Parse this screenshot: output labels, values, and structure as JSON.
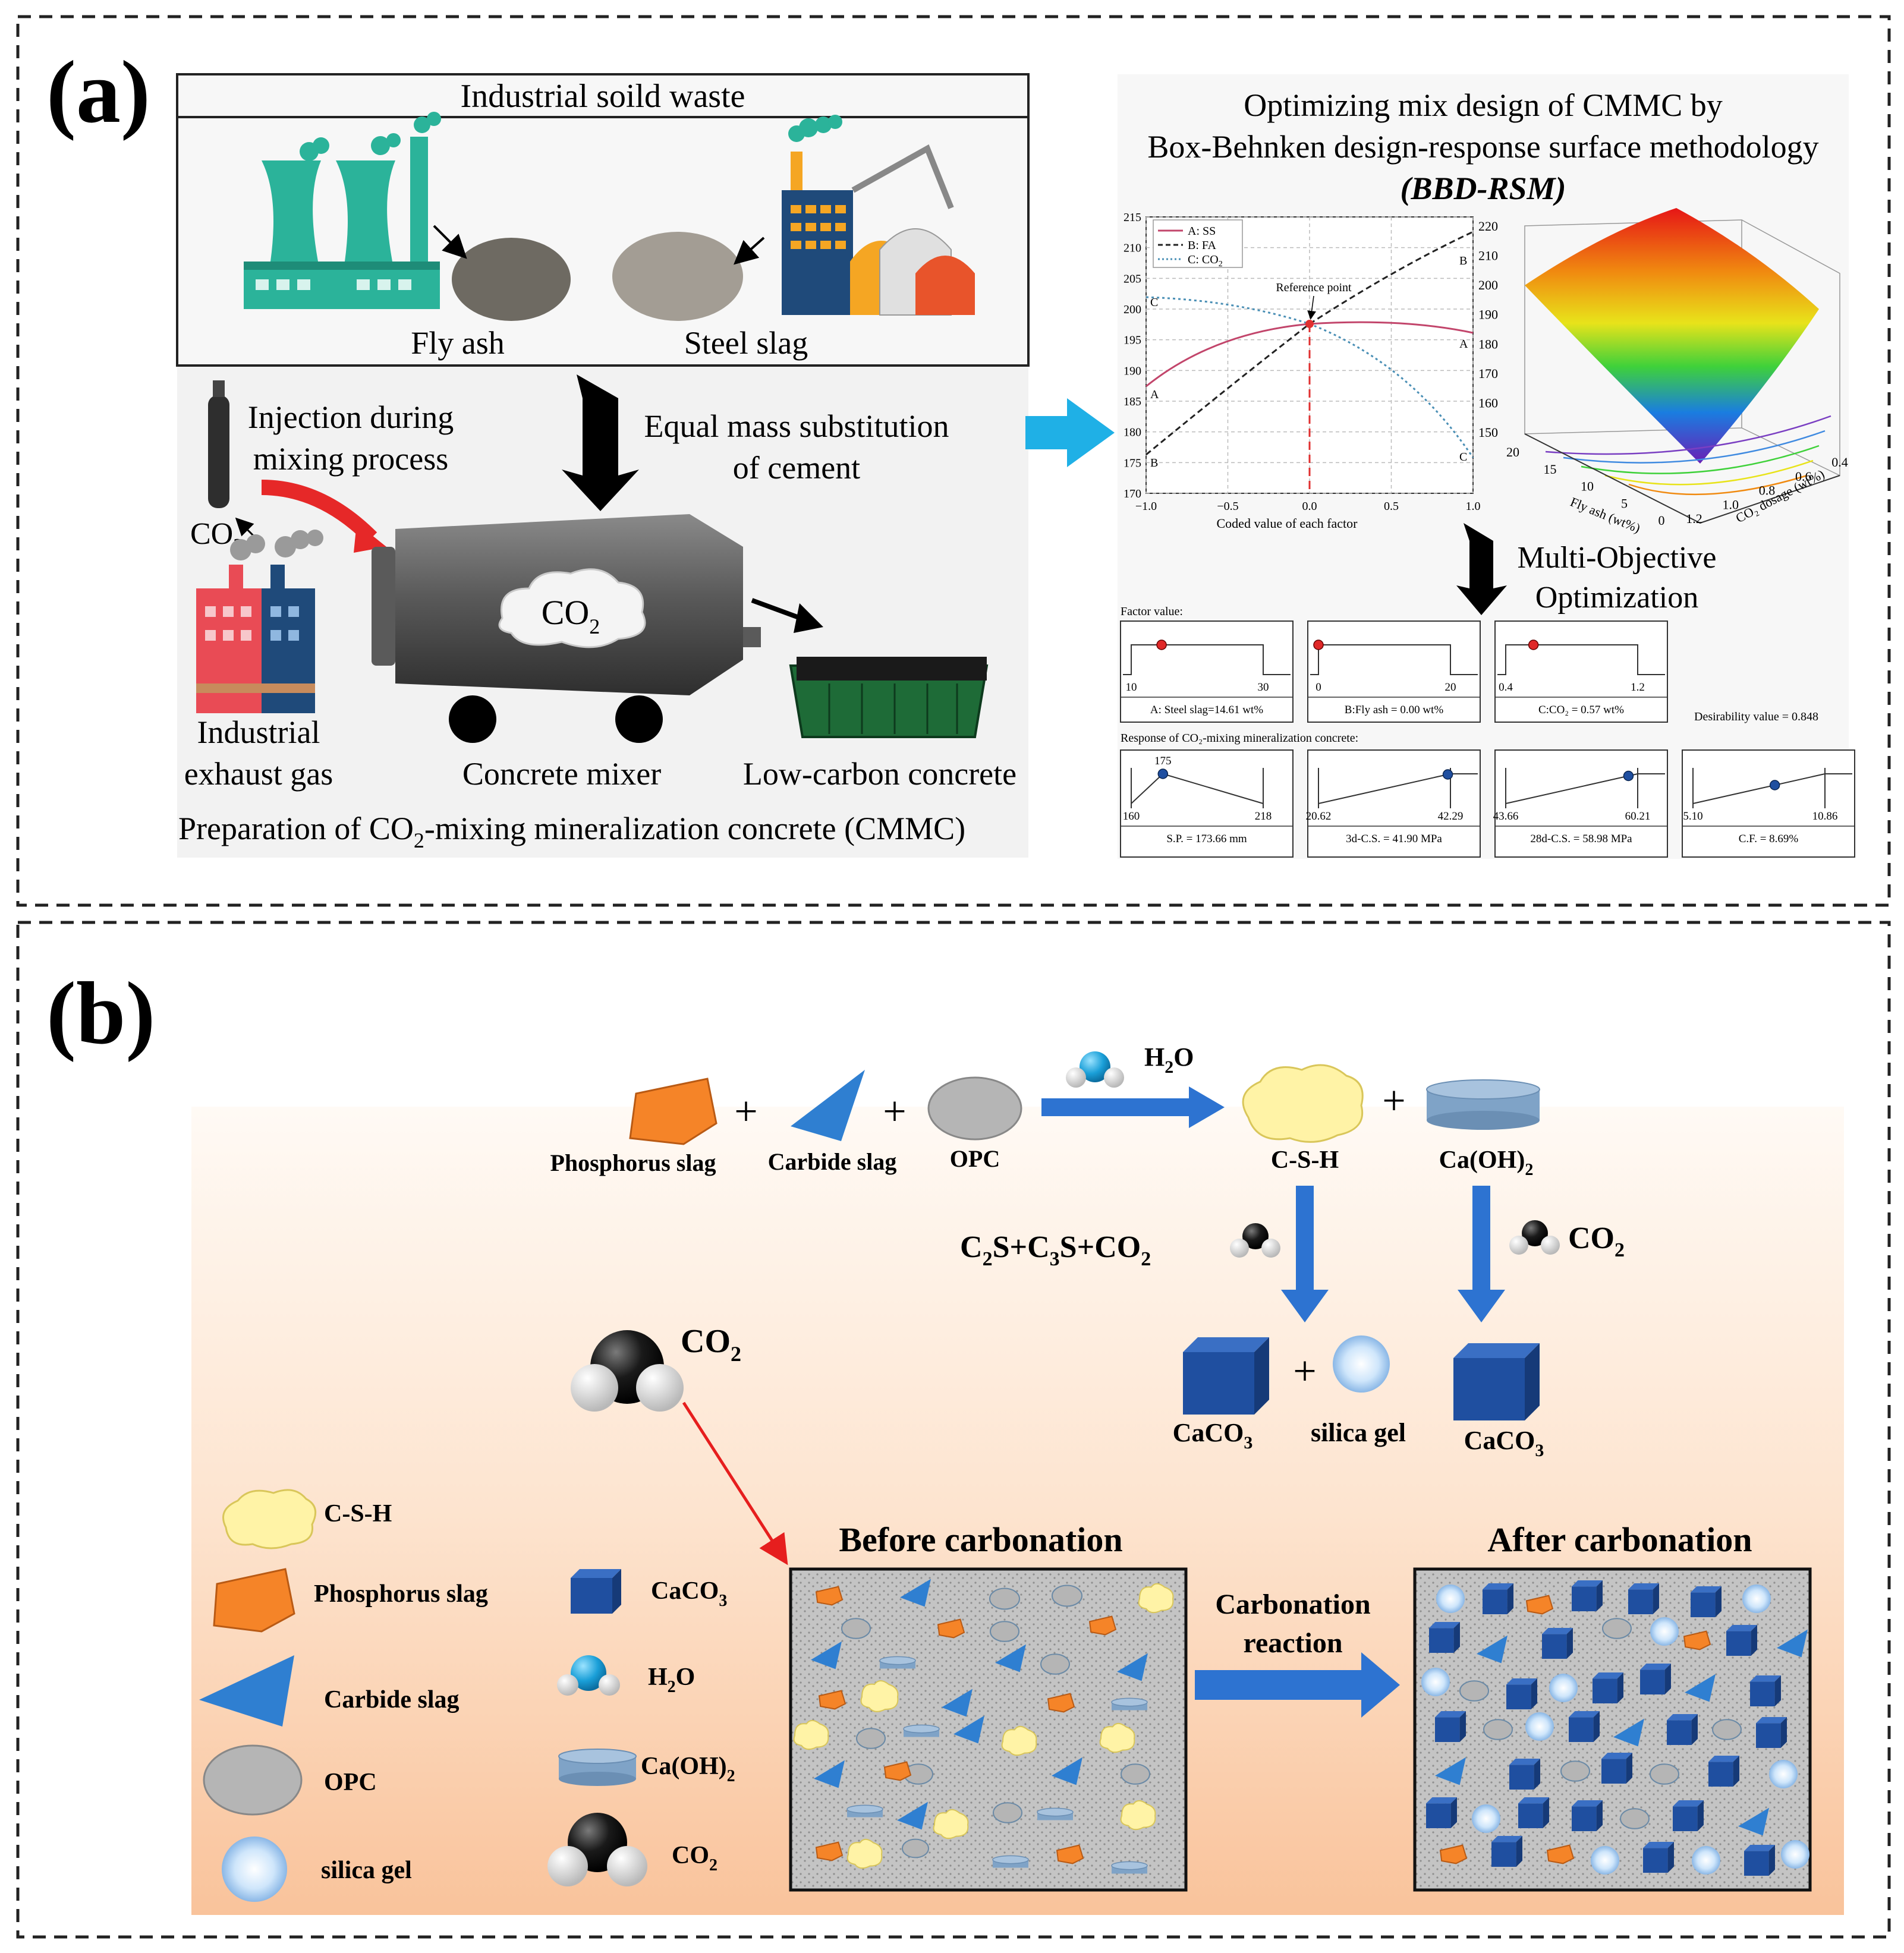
{
  "panel_a": {
    "label": "(a)",
    "waste_box": {
      "title": "Industrial soild waste",
      "fly_ash": "Fly ash",
      "steel_slag": "Steel slag"
    },
    "injection": {
      "line1": "Injection during",
      "line2": "mixing process"
    },
    "co2_small": {
      "main": "CO",
      "sub": "2"
    },
    "substitution": {
      "line1": "Equal mass substitution",
      "line2": "of cement"
    },
    "mixer_co2": {
      "main": "CO",
      "sub": "2"
    },
    "exhaust": {
      "line1": "Industrial",
      "line2": "exhaust gas"
    },
    "mixer_label": "Concrete mixer",
    "concrete_label": "Low-carbon concrete",
    "prep_caption": {
      "pre": "Preparation of CO",
      "sub": "2",
      "post": "-mixing mineralization concrete (CMMC)"
    },
    "optimize_title": {
      "line1": "Optimizing mix design of CMMC by",
      "line2": "Box-Behnken design-response surface methodology",
      "line3": "(BBD-RSM)"
    },
    "multi_obj": {
      "line1": "Multi-Objective",
      "line2": "Optimization"
    },
    "perturbation_plot": {
      "legend": [
        "A: SS",
        "B: FA",
        "C: CO"
      ],
      "legend_sub": "2",
      "reference": "Reference point",
      "xlabel": "Coded value of each factor",
      "yticks": [
        "215",
        "210",
        "205",
        "200",
        "195",
        "190",
        "185",
        "180",
        "175",
        "170"
      ],
      "xticks": [
        "−1.0",
        "−0.5",
        "0.0",
        "0.5",
        "1.0"
      ],
      "curve_labels": {
        "A": "A",
        "B": "B",
        "C": "C"
      }
    },
    "surface_plot": {
      "zticks": [
        "220",
        "210",
        "200",
        "190",
        "180",
        "170",
        "160",
        "150"
      ],
      "flyash_label": "Fly ash (wt%)",
      "flyash_ticks": [
        "20",
        "15",
        "10",
        "5",
        "0"
      ],
      "co2_label": "CO₂ dosage (wt%)",
      "co2_ticks": [
        "1.2",
        "1.0",
        "0.8",
        "0.6",
        "0.4"
      ]
    },
    "ramps": {
      "factor_title": "Factor value:",
      "factors": [
        {
          "lo": "10",
          "hi": "30",
          "caption": "A: Steel slag=14.61 wt%",
          "frac": 0.23
        },
        {
          "lo": "0",
          "hi": "20",
          "caption": "B:Fly ash = 0.00 wt%",
          "frac": 0.0
        },
        {
          "lo": "0.4",
          "hi": "1.2",
          "caption": "C:CO₂ = 0.57 wt%",
          "frac": 0.21
        }
      ],
      "desirability": "Desirability value = 0.848",
      "response_title": "Response of CO₂-mixing mineralization concrete:",
      "responses": [
        {
          "lo": "160",
          "hi": "218",
          "mark": "175",
          "caption": "S.P. = 173.66 mm",
          "frac": 0.24
        },
        {
          "lo": "20.62",
          "hi": "42.29",
          "caption": "3d-C.S. = 41.90 MPa",
          "frac": 0.98
        },
        {
          "lo": "43.66",
          "hi": "60.21",
          "caption": "28d-C.S. = 58.98 MPa",
          "frac": 0.93
        },
        {
          "lo": "5.10",
          "hi": "10.86",
          "caption": "C.F. = 8.69%",
          "frac": 0.62
        }
      ]
    }
  },
  "panel_b": {
    "label": "(b)",
    "reaction": {
      "phosphorus": "Phosphorus slag",
      "carbide": "Carbide slag",
      "opc": "OPC",
      "plus": "+",
      "h2o": {
        "main": "H",
        "sub": "2",
        "post": "O"
      },
      "csh": "C-S-H",
      "caoh2": {
        "main": "Ca(OH)",
        "sub": "2"
      },
      "silicates": {
        "c": "C",
        "s1": "2",
        "m1": "S+C",
        "s2": "3",
        "m2": "S+CO",
        "s3": "2"
      },
      "co2_right": {
        "main": "CO",
        "sub": "2"
      },
      "caco3": {
        "main": "CaCO",
        "sub": "3"
      },
      "silica": "silica gel"
    },
    "big_co2": {
      "main": "CO",
      "sub": "2"
    },
    "before": "Before carbonation",
    "after": "After carbonation",
    "carb_reaction": {
      "line1": "Carbonation",
      "line2": "reaction"
    },
    "legend": {
      "csh": "C-S-H",
      "phosphorus": "Phosphorus slag",
      "carbide": "Carbide slag",
      "opc": "OPC",
      "silica": "silica gel",
      "caco3": {
        "main": "CaCO",
        "sub": "3"
      },
      "h2o": {
        "main": "H",
        "sub": "2",
        "post": "O"
      },
      "caoh2": {
        "main": "Ca(OH)",
        "sub": "2"
      },
      "co2": {
        "main": "CO",
        "sub": "2"
      }
    }
  },
  "colors": {
    "factory_teal": "#2bb39a",
    "ash_grey": "#6e6a62",
    "arrow_blue": "#1fb0e6",
    "mixer_grey": "#4a4a4a",
    "concrete_green": "#1e6b37",
    "slag_orange": "#f58428",
    "carbide_blue": "#2f7fd1",
    "opc_grey": "#b5b5b5",
    "caco3_blue": "#1f4fa0",
    "csh_yellow": "#fff3a6",
    "reaction_arrow": "#2d73d1",
    "co2_red": "#e61e1e"
  }
}
